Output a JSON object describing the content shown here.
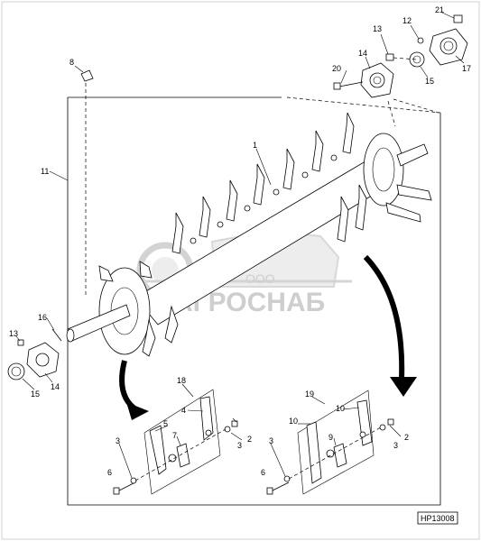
{
  "figure_id": "HP13008",
  "watermark": {
    "brand_prefix": "ООО",
    "brand_name": "АГРОСНАБ"
  },
  "callouts": {
    "c1": "1",
    "c2a": "2",
    "c2b": "2",
    "c3a": "3",
    "c3b": "3",
    "c3c": "3",
    "c3d": "3",
    "c4": "4",
    "c5": "5",
    "c6a": "6",
    "c6b": "6",
    "c7": "7",
    "c8": "8",
    "c9": "9",
    "c10a": "10",
    "c10b": "10",
    "c11": "11",
    "c12": "12",
    "c13a": "13",
    "c13b": "13",
    "c14a": "14",
    "c14b": "14",
    "c15a": "15",
    "c15b": "15",
    "c16": "16",
    "c17": "17",
    "c18": "18",
    "c19": "19",
    "c20": "20",
    "c21": "21"
  }
}
